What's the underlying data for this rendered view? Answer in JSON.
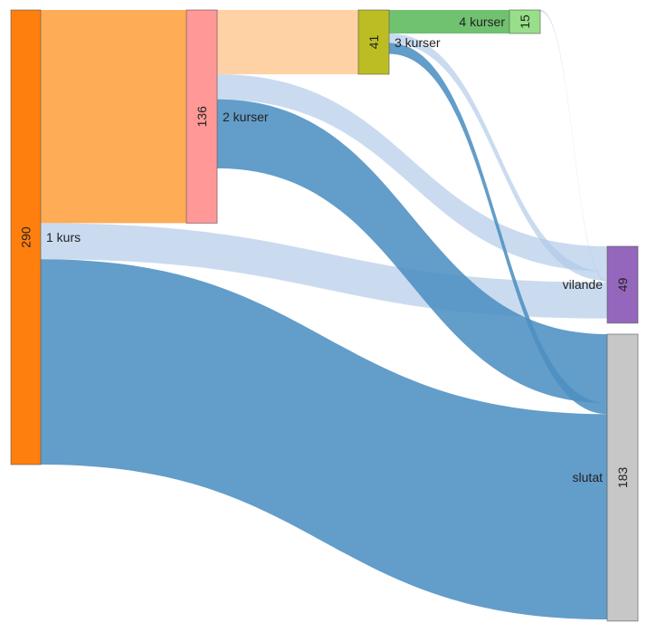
{
  "nodes": [
    {
      "id": "n290",
      "value": "290",
      "label": "1 kurs",
      "amount": 290,
      "color": "#ff7f0e"
    },
    {
      "id": "n136",
      "value": "136",
      "label": "2 kurser",
      "amount": 136,
      "color": "#ff9896"
    },
    {
      "id": "n41",
      "value": "41",
      "label": "3 kurser",
      "amount": 41,
      "color": "#bcbd22"
    },
    {
      "id": "n15",
      "value": "15",
      "label": "4 kurser",
      "amount": 15,
      "color": "#98df8a"
    },
    {
      "id": "vilande",
      "value": "49",
      "label": "vilande",
      "amount": 49,
      "color": "#9467bd"
    },
    {
      "id": "slutat",
      "value": "183",
      "label": "slutat",
      "amount": 183,
      "color": "#c7c7c7"
    }
  ],
  "links": [
    {
      "source": "n290",
      "target": "n136",
      "value": 136,
      "color": "#ffa040"
    },
    {
      "source": "n290",
      "target": "vilande",
      "value": 23,
      "color": "#aec7e8"
    },
    {
      "source": "n290",
      "target": "slutat",
      "value": 131,
      "color": "#4d8fc2"
    },
    {
      "source": "n136",
      "target": "n41",
      "value": 41,
      "color": "#ffcc99"
    },
    {
      "source": "n136",
      "target": "vilande",
      "value": 16,
      "color": "#aec7e8"
    },
    {
      "source": "n136",
      "target": "slutat",
      "value": 44,
      "color": "#4d8fc2"
    },
    {
      "source": "n41",
      "target": "n15",
      "value": 15,
      "color": "#5cb85c"
    },
    {
      "source": "n41",
      "target": "vilande",
      "value": 6,
      "color": "#aec7e8"
    },
    {
      "source": "n41",
      "target": "slutat",
      "value": 7,
      "color": "#4d8fc2"
    },
    {
      "source": "n15",
      "target": "vilande",
      "value": 1,
      "color": "#aec7e8"
    }
  ]
}
